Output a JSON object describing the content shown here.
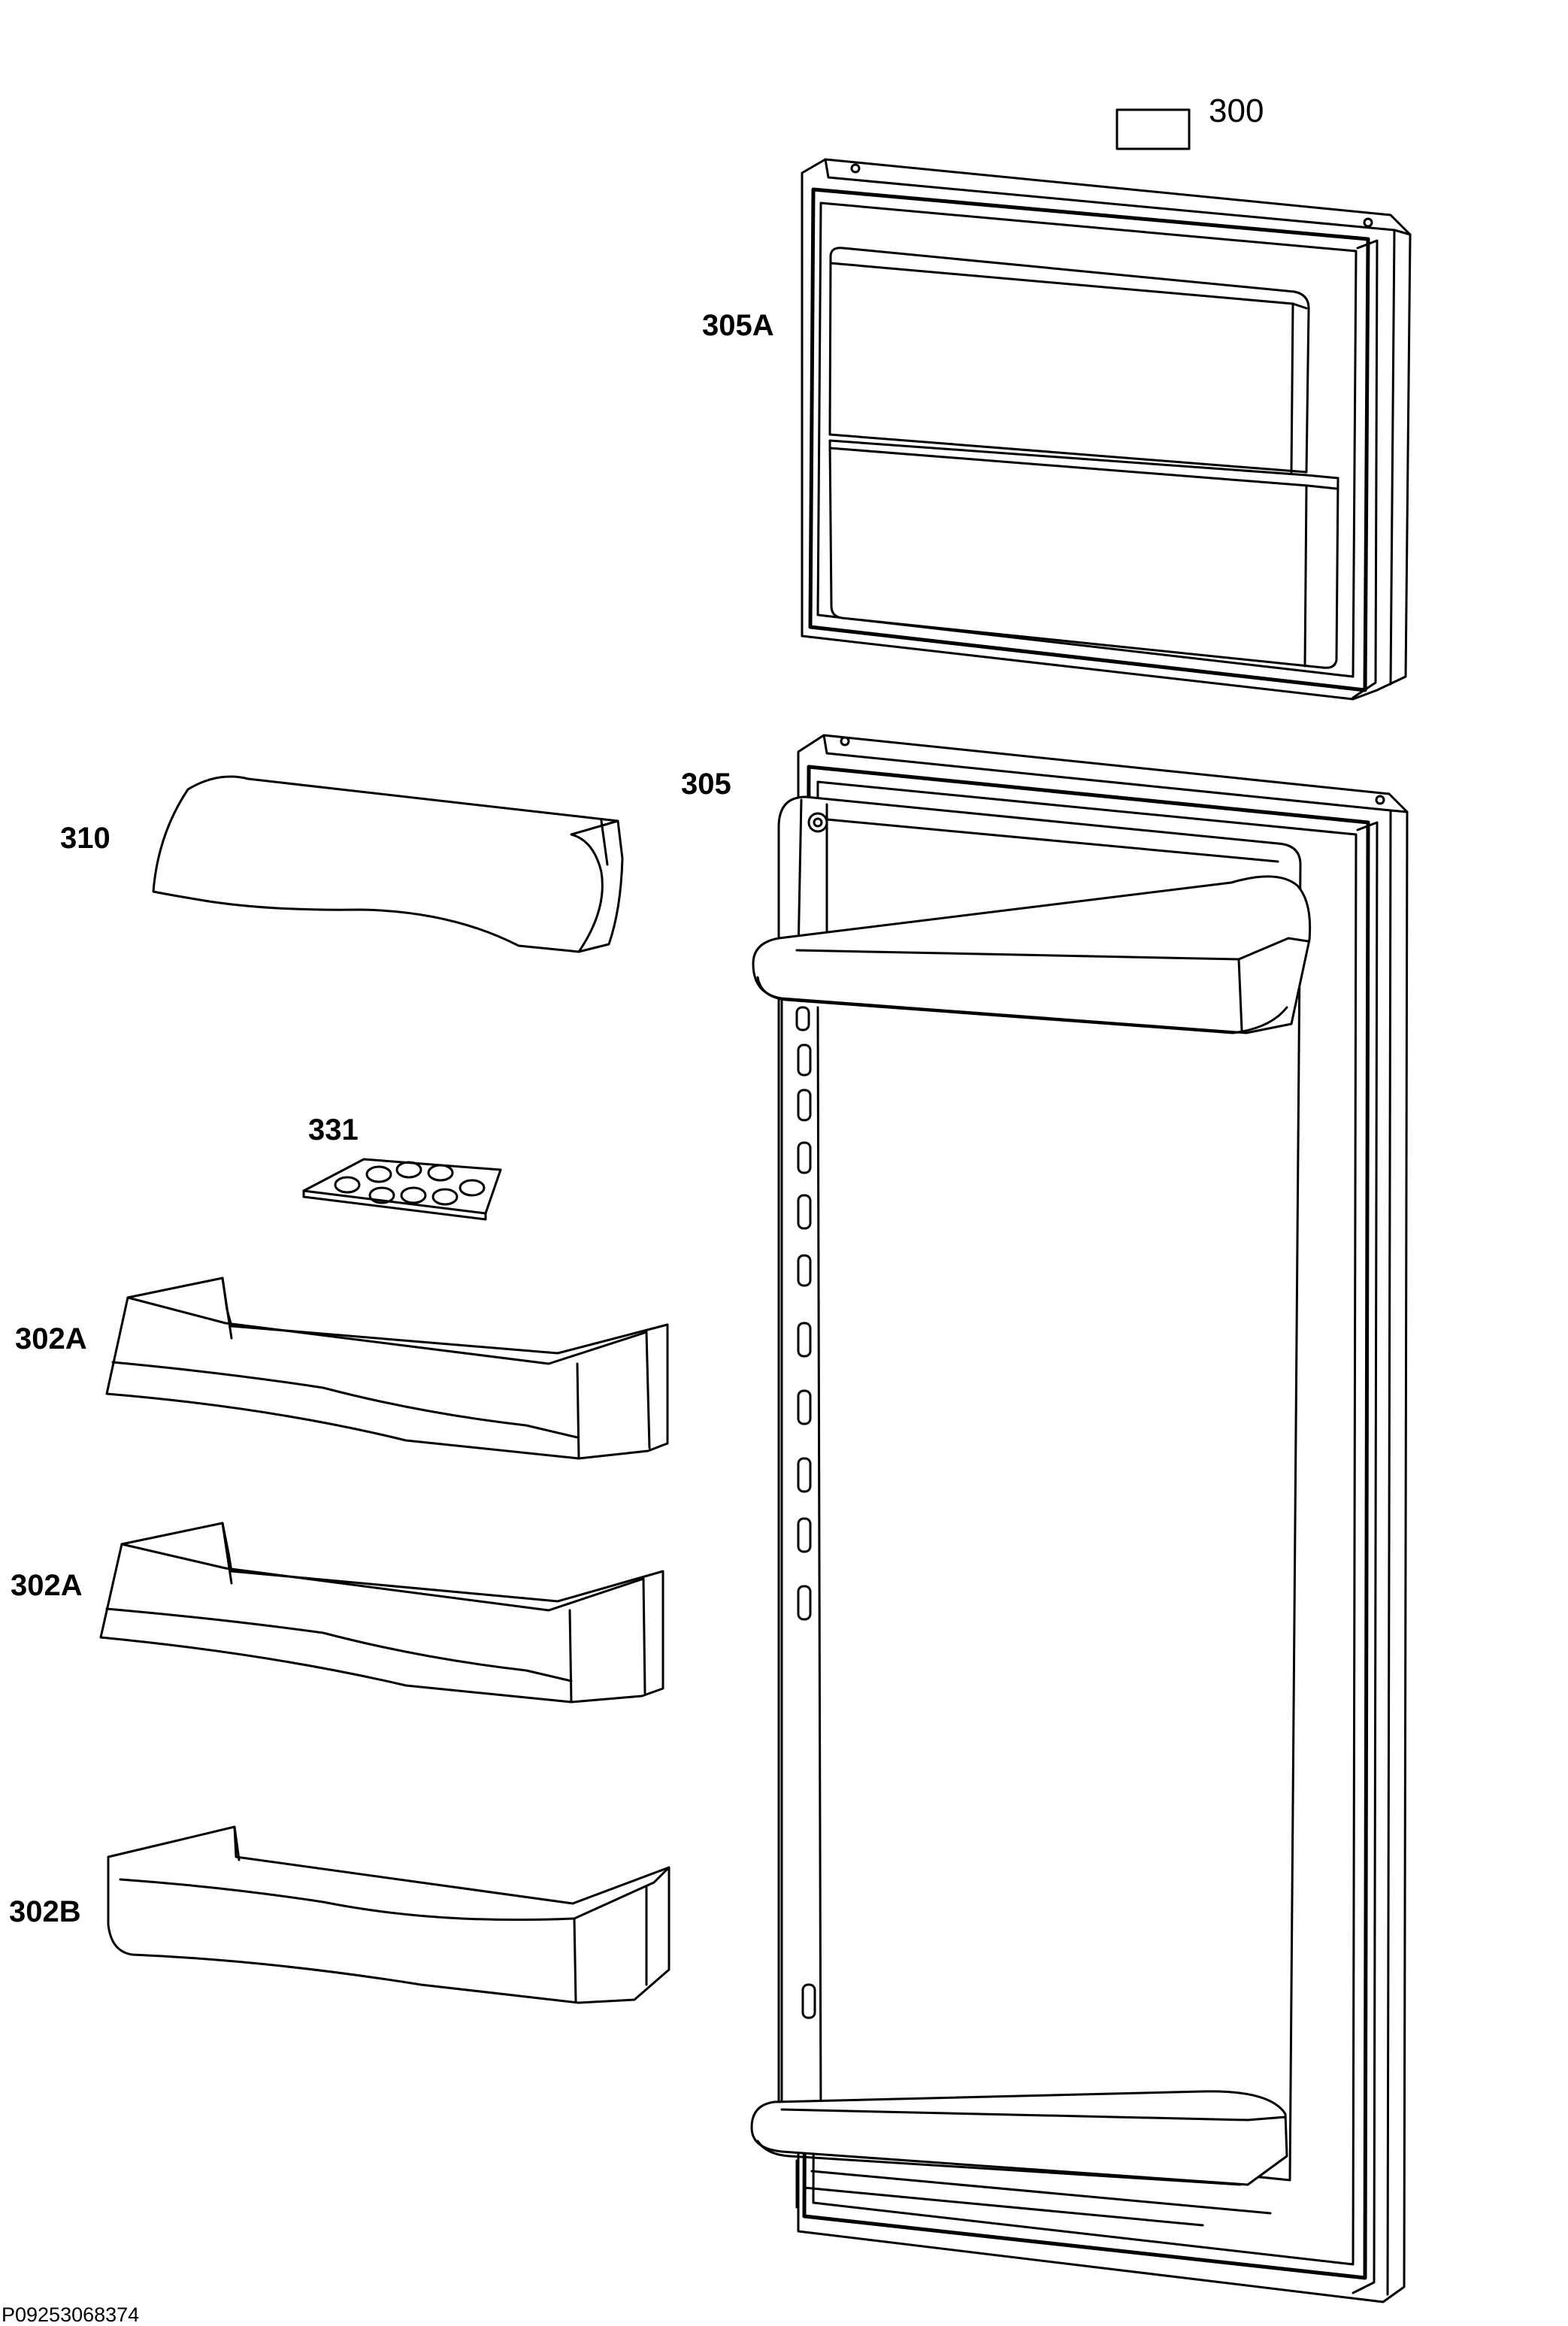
{
  "callouts": {
    "label_300": "300",
    "label_305A": "305A",
    "label_305": "305",
    "label_310": "310",
    "label_331": "331",
    "label_302A_upper": "302A",
    "label_302A_lower": "302A",
    "label_302B": "302B"
  },
  "footer": {
    "reference_code": "P09253068374"
  }
}
